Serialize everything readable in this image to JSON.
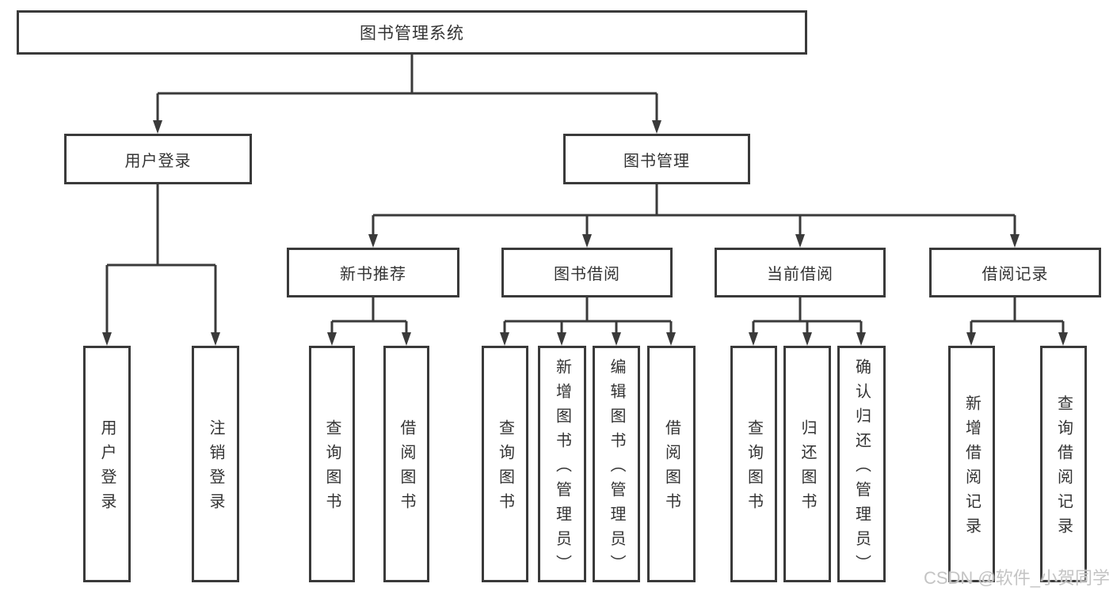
{
  "colors": {
    "line": "#3a3a3a",
    "text": "#333333",
    "background": "#ffffff",
    "watermark": "#c4c4c4"
  },
  "nodes": {
    "root": "图书管理系统",
    "level2": [
      "用户登录",
      "图书管理"
    ],
    "level3": [
      "新书推荐",
      "图书借阅",
      "当前借阅",
      "借阅记录"
    ],
    "user_login_leaves": [
      "用户登录",
      "注销登录"
    ],
    "new_book_leaves": [
      "查询图书",
      "借阅图书"
    ],
    "book_borrow_leaves": [
      "查询图书",
      "新增图书（管理员）",
      "编辑图书（管理员）",
      "借阅图书"
    ],
    "current_borrow_leaves": [
      "查询图书",
      "归还图书",
      "确认归还（管理员）"
    ],
    "borrow_record_leaves": [
      "新增借阅记录",
      "查询借阅记录"
    ]
  },
  "watermark": {
    "text": "CSDN @软件_小贺同学"
  }
}
